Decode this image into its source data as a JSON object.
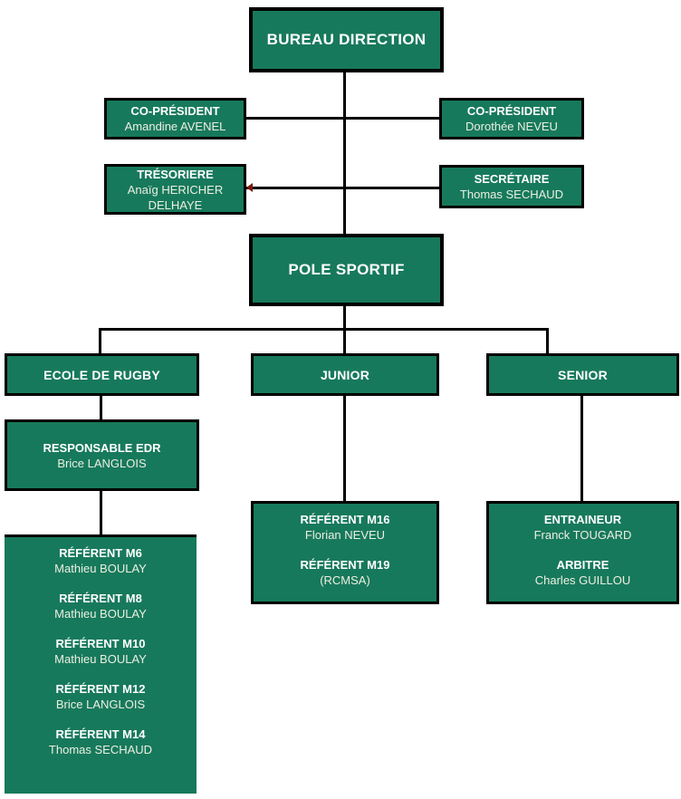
{
  "colors": {
    "box_fill": "#17795B",
    "box_border": "#000000",
    "connector": "#000000",
    "title_text": "#FFFFFF",
    "name_text": "#ECEFE3",
    "arrowhead": "#7B180D",
    "background": "#FFFFFF"
  },
  "org": {
    "bureau": {
      "title": "BUREAU DIRECTION"
    },
    "copresident_left": {
      "role": "CO-PRÉSIDENT",
      "name": "Amandine AVENEL"
    },
    "copresident_right": {
      "role": "CO-PRÉSIDENT",
      "name": "Dorothée NEVEU"
    },
    "tresoriere": {
      "role": "TRÉSORIERE",
      "name": "Anaïg HERICHER DELHAYE"
    },
    "secretaire": {
      "role": "SECRÉTAIRE",
      "name": "Thomas SECHAUD"
    },
    "pole": {
      "title": "POLE SPORTIF"
    },
    "branch_edr": {
      "title": "ECOLE DE RUGBY"
    },
    "branch_junior": {
      "title": "JUNIOR"
    },
    "branch_senior": {
      "title": "SENIOR"
    },
    "responsable_edr": {
      "role": "RESPONSABLE EDR",
      "name": "Brice LANGLOIS"
    },
    "edr_referents": [
      {
        "role": "RÉFÉRENT M6",
        "name": "Mathieu BOULAY"
      },
      {
        "role": "RÉFÉRENT M8",
        "name": "Mathieu BOULAY"
      },
      {
        "role": "RÉFÉRENT M10",
        "name": "Mathieu BOULAY"
      },
      {
        "role": "RÉFÉRENT M12",
        "name": "Brice LANGLOIS"
      },
      {
        "role": "RÉFÉRENT M14",
        "name": "Thomas SECHAUD"
      }
    ],
    "junior_staff": [
      {
        "role": "RÉFÉRENT M16",
        "name": "Florian NEVEU"
      },
      {
        "role": "RÉFÉRENT M19",
        "name": "(RCMSA)"
      }
    ],
    "senior_staff": [
      {
        "role": "ENTRAINEUR",
        "name": "Franck TOUGARD"
      },
      {
        "role": "ARBITRE",
        "name": "Charles GUILLOU"
      }
    ]
  }
}
